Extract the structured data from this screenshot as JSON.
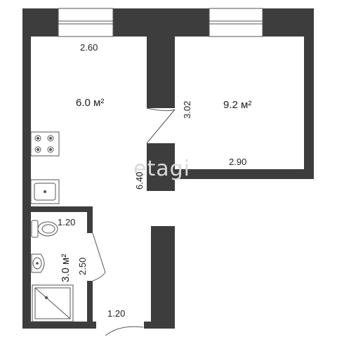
{
  "plan": {
    "wall_color": "#3d3d3d",
    "line_color": "#555555",
    "text_color": "#222222",
    "watermark": "etagi",
    "rooms": [
      {
        "id": "kitchen",
        "area": "6.0 м²"
      },
      {
        "id": "room",
        "area": "9.2 м²"
      },
      {
        "id": "bathroom",
        "area": "3.0 м²"
      }
    ],
    "dimensions": {
      "kitchen_width": "2.60",
      "room_side": "3.02",
      "room_width": "2.90",
      "corridor_length": "6.40",
      "bath_top": "1.20",
      "bath_height": "2.50",
      "bath_bottom": "1.20"
    },
    "fixtures": [
      "stove-icon",
      "sink-icon",
      "toilet-icon",
      "washbasin-icon",
      "shower-icon",
      "window-icon"
    ]
  }
}
